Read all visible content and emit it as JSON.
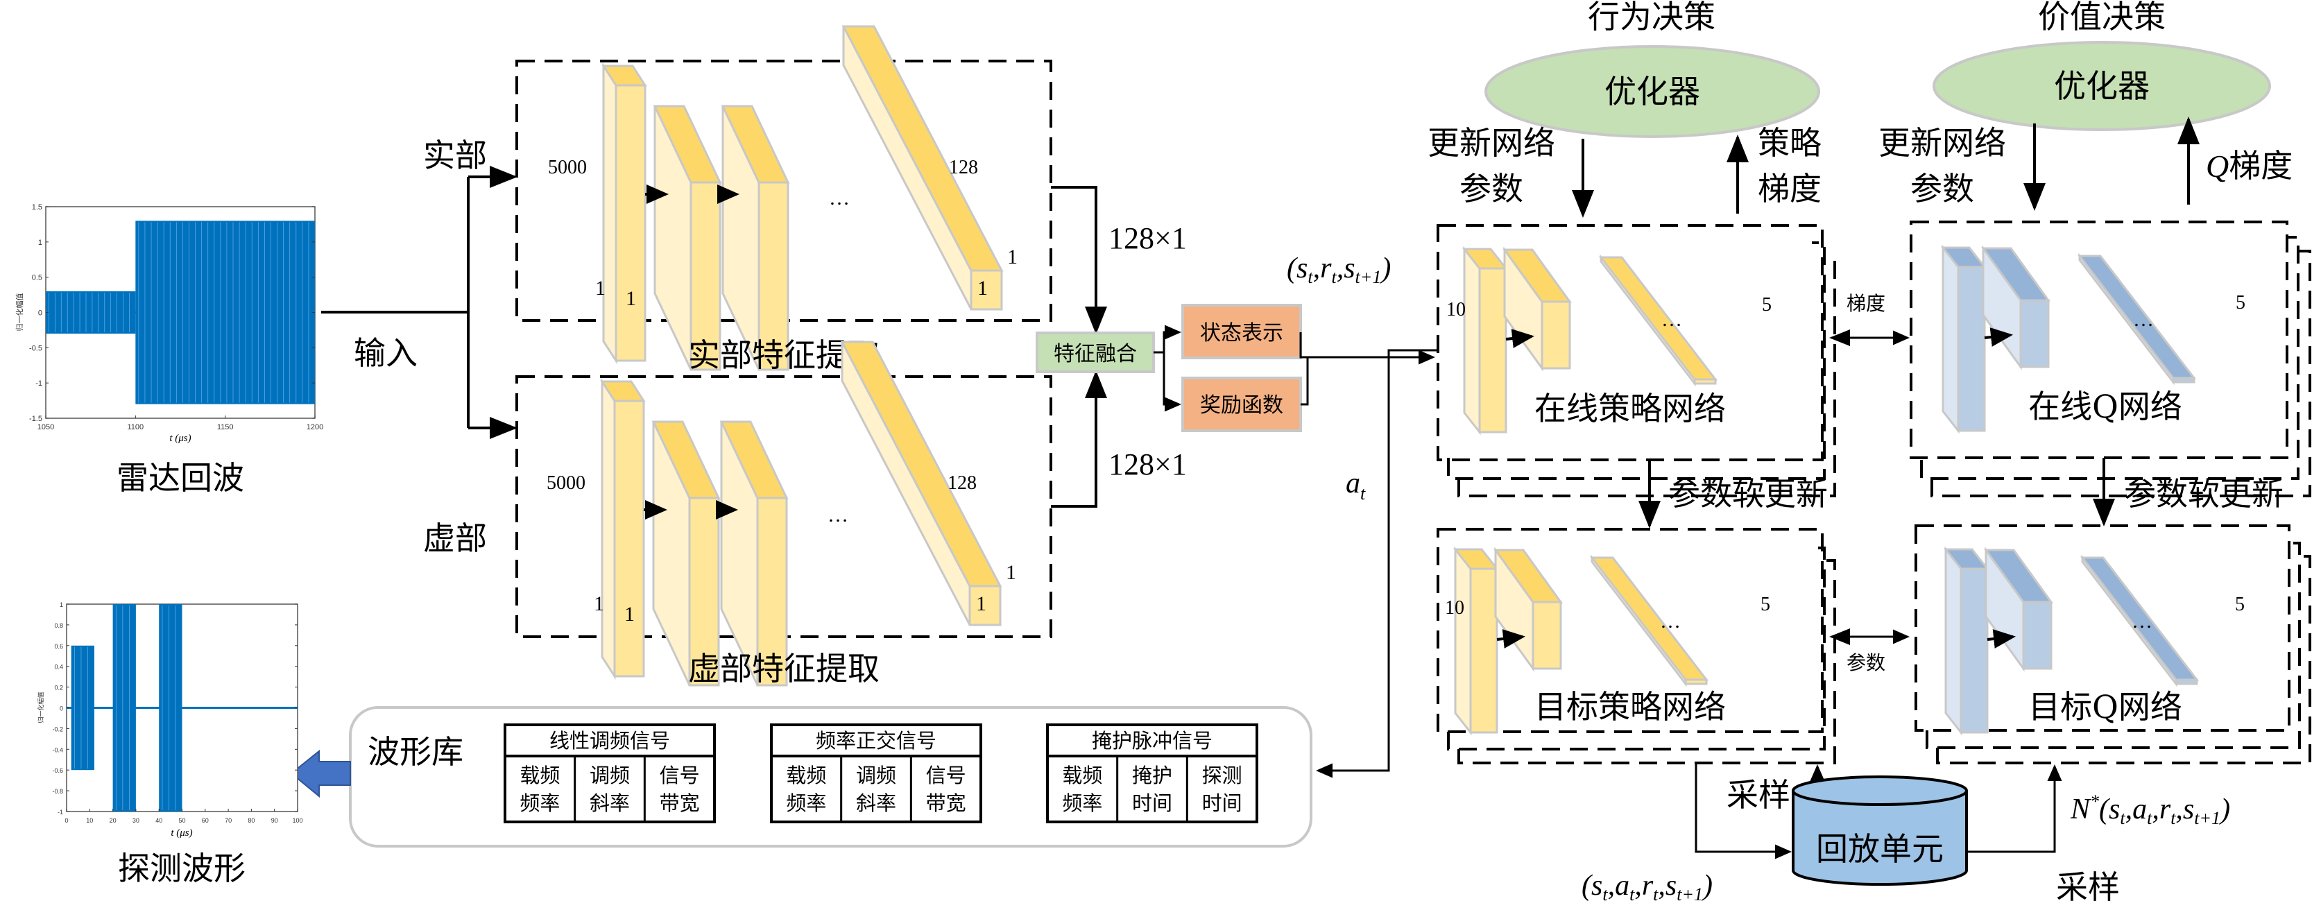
{
  "colors": {
    "yellow_top": "#FDD868",
    "yellow_side": "#FFE699",
    "yellow_front": "#FFF2CC",
    "blue_top": "#95B3D7",
    "blue_side": "#B8CCE4",
    "blue_front": "#DCE6F2",
    "block_edge": "#C8C8C8",
    "fusion_fill": "#C5E0B4",
    "orange_fill": "#F4B183",
    "optimizer_fill": "#C5E0B4",
    "cylinder_fill": "#9DC3E6",
    "plot_blue": "#0072BD",
    "arrow_blue": "#4472C4"
  },
  "radar_echo": {
    "caption": "雷达回波",
    "ylabel": "归一化幅值",
    "xlabel": "t (μs)",
    "x_ticks": [
      "1050",
      "1100",
      "1150",
      "1200"
    ],
    "y_ticks": [
      "1.5",
      "1",
      "0.5",
      "0",
      "-0.5",
      "-1",
      "-1.5"
    ]
  },
  "probe_waveform": {
    "caption": "探测波形",
    "ylabel": "归一化幅值",
    "xlabel": "t (μs)",
    "x_ticks": [
      "0",
      "10",
      "20",
      "30",
      "40",
      "50",
      "60",
      "70",
      "80",
      "90",
      "100"
    ],
    "y_ticks": [
      "1",
      "0.8",
      "0.6",
      "0.4",
      "0.2",
      "0",
      "-0.2",
      "-0.4",
      "-0.6",
      "-0.8",
      "-1"
    ]
  },
  "chart_data": [
    {
      "type": "line",
      "title": "雷达回波",
      "xlabel": "t (μs)",
      "ylabel": "归一化幅值",
      "xlim": [
        1050,
        1200
      ],
      "ylim": [
        -1.5,
        1.5
      ],
      "segments": [
        {
          "x_start": 1050,
          "x_end": 1100,
          "amplitude": 0.3
        },
        {
          "x_start": 1100,
          "x_end": 1200,
          "amplitude": 1.3
        }
      ]
    },
    {
      "type": "line",
      "title": "探测波形",
      "xlabel": "t (μs)",
      "ylabel": "归一化幅值",
      "xlim": [
        0,
        100
      ],
      "ylim": [
        -1,
        1
      ],
      "segments": [
        {
          "x_start": 2,
          "x_end": 12,
          "amplitude": 0.6
        },
        {
          "x_start": 20,
          "x_end": 30,
          "amplitude": 1.0
        },
        {
          "x_start": 40,
          "x_end": 50,
          "amplitude": 1.0
        }
      ]
    }
  ],
  "input": {
    "label": "输入",
    "real_label": "实部",
    "imag_label": "虚部"
  },
  "real_extract": {
    "title": "实部特征提取",
    "dim_in": "5000",
    "dim_out": "128",
    "one_a": "1",
    "one_b": "1",
    "one_c": "1",
    "one_d": "1",
    "ellipsis": "…",
    "output_size": "128×1"
  },
  "imag_extract": {
    "title": "虚部特征提取",
    "dim_in": "5000",
    "dim_out": "128",
    "one_a": "1",
    "one_b": "1",
    "one_c": "1",
    "one_d": "1",
    "ellipsis": "…",
    "output_size": "128×1"
  },
  "fusion": {
    "label": "特征融合",
    "state": "状态表示",
    "reward": "奖励函数",
    "tuple": "(s_t, r_t, s_{t+1})",
    "tuple_s": "s",
    "tuple_r": "r",
    "tuple_sub_t": "t",
    "tuple_sub_t1": "t+1"
  },
  "action": {
    "label": "a",
    "sub": "t"
  },
  "actor": {
    "section_title": "行为决策",
    "optimizer": "优化器",
    "update_line1": "更新网络",
    "update_line2": "参数",
    "grad_line1": "策略",
    "grad_line2": "梯度",
    "online_title": "在线策略网络",
    "target_title": "目标策略网络",
    "dim_in": "10",
    "dim_out": "5",
    "ellipsis": "…",
    "soft_update": "参数软更新"
  },
  "critic": {
    "section_title": "价值决策",
    "optimizer": "优化器",
    "update_line1": "更新网络",
    "update_line2": "参数",
    "grad_q": "Q",
    "grad_text": "梯度",
    "online_title": "在线Q网络",
    "target_title": "目标Q网络",
    "dim_out": "5",
    "ellipsis": "…",
    "soft_update": "参数软更新"
  },
  "links": {
    "gradient": "梯度",
    "params": "参数"
  },
  "replay": {
    "label": "回放单元",
    "sample_left": "采样",
    "sample_right": "采样",
    "store_tuple_prefix": "(s",
    "sample_tuple_N": "N",
    "sample_tuple_star": "*"
  },
  "waveform_library": {
    "title": "波形库",
    "groups": [
      {
        "name": "线性调频信号",
        "params": [
          [
            "载频",
            "频率"
          ],
          [
            "调频",
            "斜率"
          ],
          [
            "信号",
            "带宽"
          ]
        ]
      },
      {
        "name": "频率正交信号",
        "params": [
          [
            "载频",
            "频率"
          ],
          [
            "调频",
            "斜率"
          ],
          [
            "信号",
            "带宽"
          ]
        ]
      },
      {
        "name": "掩护脉冲信号",
        "params": [
          [
            "载频",
            "频率"
          ],
          [
            "掩护",
            "时间"
          ],
          [
            "探测",
            "时间"
          ]
        ]
      }
    ]
  }
}
